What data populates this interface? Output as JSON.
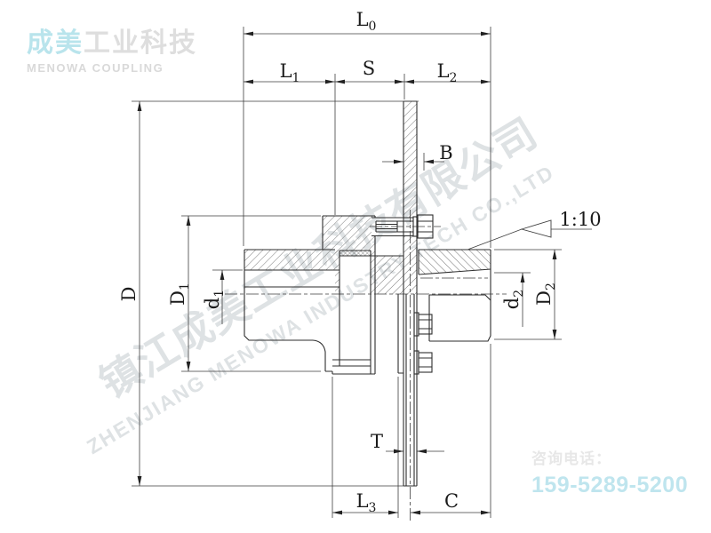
{
  "header": {
    "logo_cn_accent": "成美",
    "logo_cn_rest": "工业科技",
    "logo_en": "MENOWA COUPLING"
  },
  "watermark": {
    "cn": "镇江成美工业科技有限公司",
    "en": "ZHENJIANG MENOWA INDUSTRY TECH CO.,LTD"
  },
  "contact": {
    "label": "咨询电话：",
    "phone": "159-5289-5200"
  },
  "drawing": {
    "type": "plum-coupling-with-brake-disc-half-section",
    "taper_label": {
      "main": "1:10",
      "sub": ""
    },
    "labels": {
      "l0": {
        "main": "L",
        "sub": "0"
      },
      "l1": {
        "main": "L",
        "sub": "1"
      },
      "s": {
        "main": "S",
        "sub": ""
      },
      "l2": {
        "main": "L",
        "sub": "2"
      },
      "b": {
        "main": "B",
        "sub": ""
      },
      "d": {
        "main": "D",
        "sub": ""
      },
      "d1_flange": {
        "main": "D",
        "sub": "1"
      },
      "d1_bore": {
        "main": "d",
        "sub": "1"
      },
      "d2_bore": {
        "main": "d",
        "sub": "2"
      },
      "d2_hub": {
        "main": "D",
        "sub": "2"
      },
      "t": {
        "main": "T",
        "sub": ""
      },
      "l3": {
        "main": "L",
        "sub": "3"
      },
      "c": {
        "main": "C",
        "sub": ""
      }
    }
  },
  "colors": {
    "accent_cyan": "#bfe5ee",
    "logo_gray": "#dedede",
    "watermark_gray": "#cfd4d6",
    "line": "#2e2e2e",
    "background": "#ffffff"
  }
}
